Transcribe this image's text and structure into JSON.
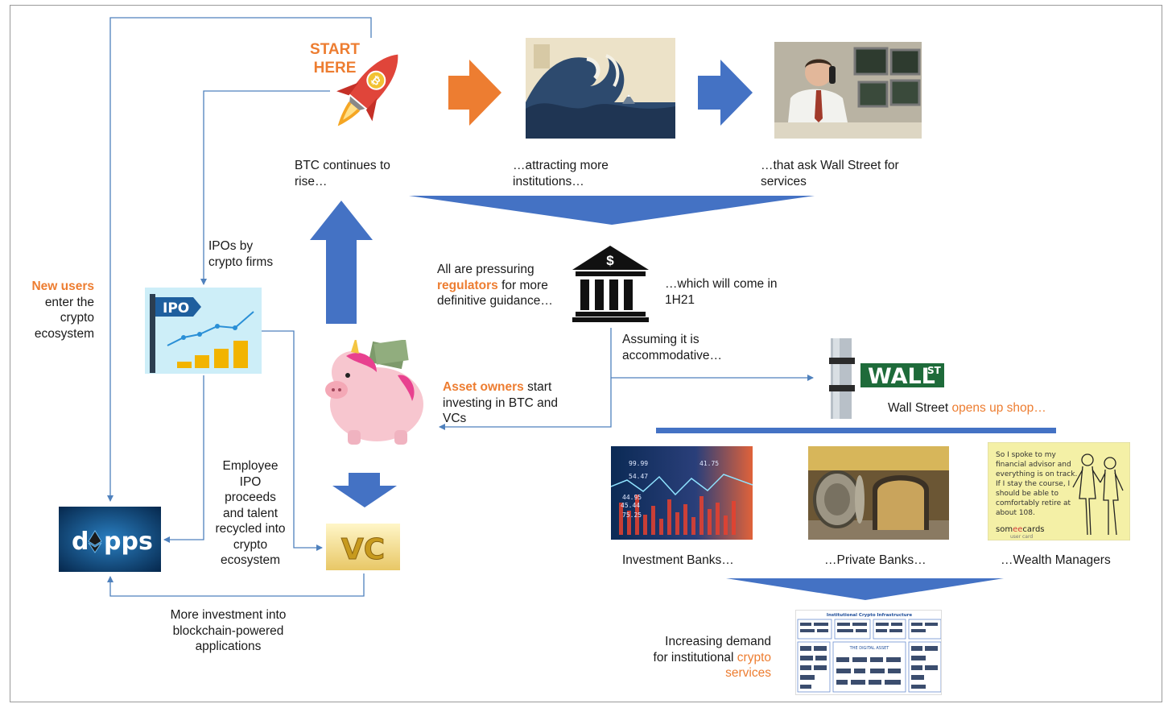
{
  "start_here": {
    "line1": "START",
    "line2": "HERE"
  },
  "steps": {
    "btc_rise": {
      "line1": "BTC continues to",
      "line2": "rise…"
    },
    "institutions": {
      "line1": "…attracting more",
      "line2": "institutions…"
    },
    "wall_street_ask": {
      "line1": "…that ask Wall Street for",
      "line2": "services"
    }
  },
  "regulators": {
    "pre": "All are pressuring",
    "highlight": "regulators",
    "post": " for more",
    "line3": "definitive guidance…"
  },
  "bank_symbol": "$",
  "timing": {
    "line1": "…which will come in",
    "line2": "1H21"
  },
  "assuming": {
    "line1": "Assuming it is",
    "line2": "accommodative…"
  },
  "wall_street_sign": {
    "name": "WALL",
    "suffix": "ST"
  },
  "wall_street_opens": {
    "pre": "Wall Street ",
    "highlight": "opens up shop…"
  },
  "asset_owners": {
    "highlight": "Asset owners",
    "post": " start",
    "line2": "investing in BTC and",
    "line3": "VCs"
  },
  "new_users": {
    "highlight": "New users",
    "line2": "enter the",
    "line3": "crypto",
    "line4": "ecosystem"
  },
  "ipos": {
    "line1": "IPOs by",
    "line2": "crypto firms",
    "icon_label": "IPO"
  },
  "employee": {
    "lines": [
      "Employee",
      "IPO",
      "proceeds",
      "and talent",
      "recycled into",
      "crypto",
      "ecosystem"
    ]
  },
  "vc_label": "VC",
  "dapps_label": {
    "pre": "d",
    "post": "pps"
  },
  "more_investment": {
    "line1": "More investment into",
    "line2": "blockchain-powered",
    "line3": "applications"
  },
  "providers": {
    "investment_banks": "Investment Banks…",
    "private_banks": "…Private Banks…",
    "wealth_managers": "…Wealth Managers"
  },
  "ticker_numbers": [
    "99.99",
    "41.75",
    "54.47",
    "45.44",
    "44.95",
    "75.25"
  ],
  "someecards": {
    "lines": [
      "So I spoke to my",
      "financial advisor and",
      "everything is on track.",
      "If I stay the course, I",
      "should be able to",
      "comfortably retire at",
      "about 108."
    ],
    "brand_pre": "som",
    "brand_mid": "ee",
    "brand_post": "cards",
    "brand_tag": "user card"
  },
  "infra_title": "Institutional Crypto Infrastructure",
  "infra_center": "THE DIGITAL ASSET",
  "demand": {
    "line1": "Increasing demand",
    "pre": "for institutional ",
    "highlight": "crypto",
    "line3": "services"
  },
  "colors": {
    "accent_orange": "#ed7d31",
    "accent_blue": "#4472c4",
    "connector_blue": "#4f81bd"
  }
}
